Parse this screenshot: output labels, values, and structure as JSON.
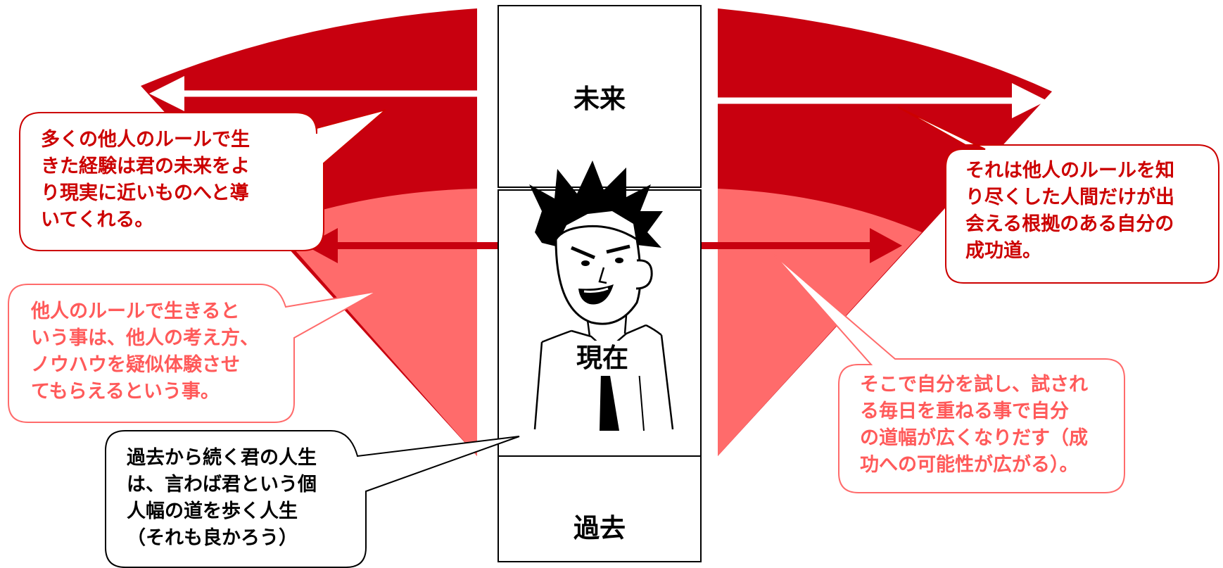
{
  "colors": {
    "dark_red": "#c8000f",
    "light_red": "#ff6b6b",
    "dark_red_text": "#cc0000",
    "light_red_text": "#ff5a5a",
    "black": "#000000",
    "white": "#ffffff"
  },
  "time_boxes": {
    "future": "未来",
    "present": "現在",
    "past": "過去"
  },
  "bubbles": {
    "top_left": {
      "lines": [
        "多くの他人のルールで生",
        "きた経験は君の未来をよ",
        "り現実に近いものへと導",
        "いてくれる。"
      ]
    },
    "mid_left": {
      "lines": [
        "他人のルールで生きると",
        "いう事は、他人の考え方、",
        "ノウハウを疑似体験させ",
        "てもらえるという事。"
      ]
    },
    "bottom_left": {
      "lines": [
        "過去から続く君の人生",
        "は、言わば君という個",
        "人幅の道を歩く人生",
        "（それも良かろう）"
      ]
    },
    "top_right": {
      "lines": [
        "それは他人のルールを知",
        "り尽くした人間だけが出",
        "会える根拠のある自分の",
        "成功道。"
      ]
    },
    "bottom_right": {
      "lines": [
        "そこで自分を試し、試され",
        "る毎日を重ねる事で自分",
        "の道幅が広くなりだす（成",
        "功への可能性が広がる）。"
      ]
    }
  },
  "icons": {
    "character": "cartoon-man-icon"
  }
}
